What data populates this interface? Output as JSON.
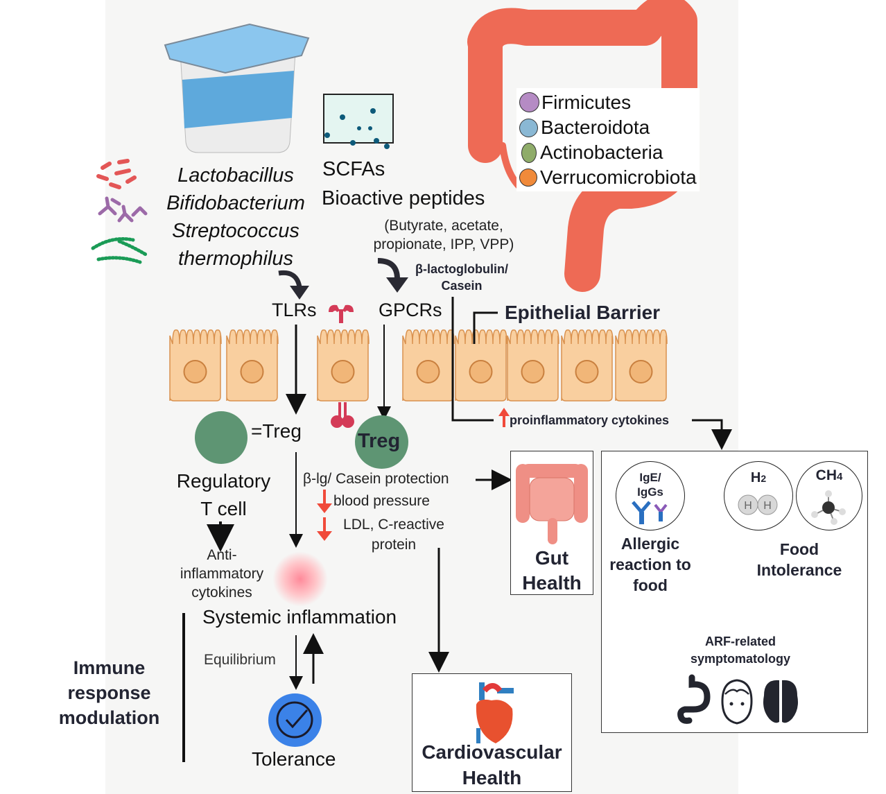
{
  "probiotics": {
    "items": [
      "Lactobacillus",
      "Bifidobacterium",
      "Streptococcus",
      "thermophilus"
    ]
  },
  "metabolites": {
    "scfas": "SCFAs",
    "peptides": "Bioactive peptides",
    "examples_line1": "(Butyrate, acetate,",
    "examples_line2": "propionate, IPP, VPP)",
    "allergen_line1": "β-lactoglobulin/",
    "allergen_line2": "Casein"
  },
  "microbiota_legend": [
    {
      "label": "Firmicutes",
      "color": "#b58bc4"
    },
    {
      "label": "Bacteroidota",
      "color": "#8ab8d4"
    },
    {
      "label": "Actinobacteria",
      "color": "#8fac6a"
    },
    {
      "label": "Verrucomicrobiota",
      "color": "#f08a3a"
    }
  ],
  "receptors": {
    "tlrs": "TLRs",
    "gpcrs": "GPCRs"
  },
  "epithelial_barrier": "Epithelial Barrier",
  "proinflammatory": "proinflammatory cytokines",
  "treg": {
    "legend_eq": "=Treg",
    "cell_label": "Treg",
    "regulatory_line1": "Regulatory",
    "regulatory_line2": "T cell",
    "anti_line1": "Anti-",
    "anti_line2": "inflammatory",
    "anti_line3": "cytokines"
  },
  "effects": {
    "protection": "β-lg/ Casein protection",
    "bp": "blood pressure",
    "ldl_line1": "LDL, C-reactive",
    "ldl_line2": "protein"
  },
  "immune": {
    "systemic": "Systemic inflammation",
    "equilibrium": "Equilibrium",
    "tolerance": "Tolerance",
    "modulation_line1": "Immune",
    "modulation_line2": "response",
    "modulation_line3": "modulation"
  },
  "gut_health": {
    "line1": "Gut",
    "line2": "Health"
  },
  "cardio": {
    "line1": "Cardiovascular",
    "line2": "Health"
  },
  "adverse": {
    "ig_line1": "IgE/",
    "ig_line2": "IgGs",
    "h2": "H",
    "h2_sub": "2",
    "ch4": "CH",
    "ch4_sub": "4",
    "allergic_line1": "Allergic",
    "allergic_line2": "reaction to",
    "allergic_line3": "food",
    "intol_line1": "Food",
    "intol_line2": "Intolerance",
    "arf_line1": "ARF-related",
    "arf_line2": "symptomatology"
  },
  "colors": {
    "treg_green": "#5e9573",
    "epithelium": "#f9cf9f",
    "colon_red": "#ee6a55",
    "tolerance_blue": "#3b82e8",
    "down_arrow_red": "#f04a3a"
  }
}
